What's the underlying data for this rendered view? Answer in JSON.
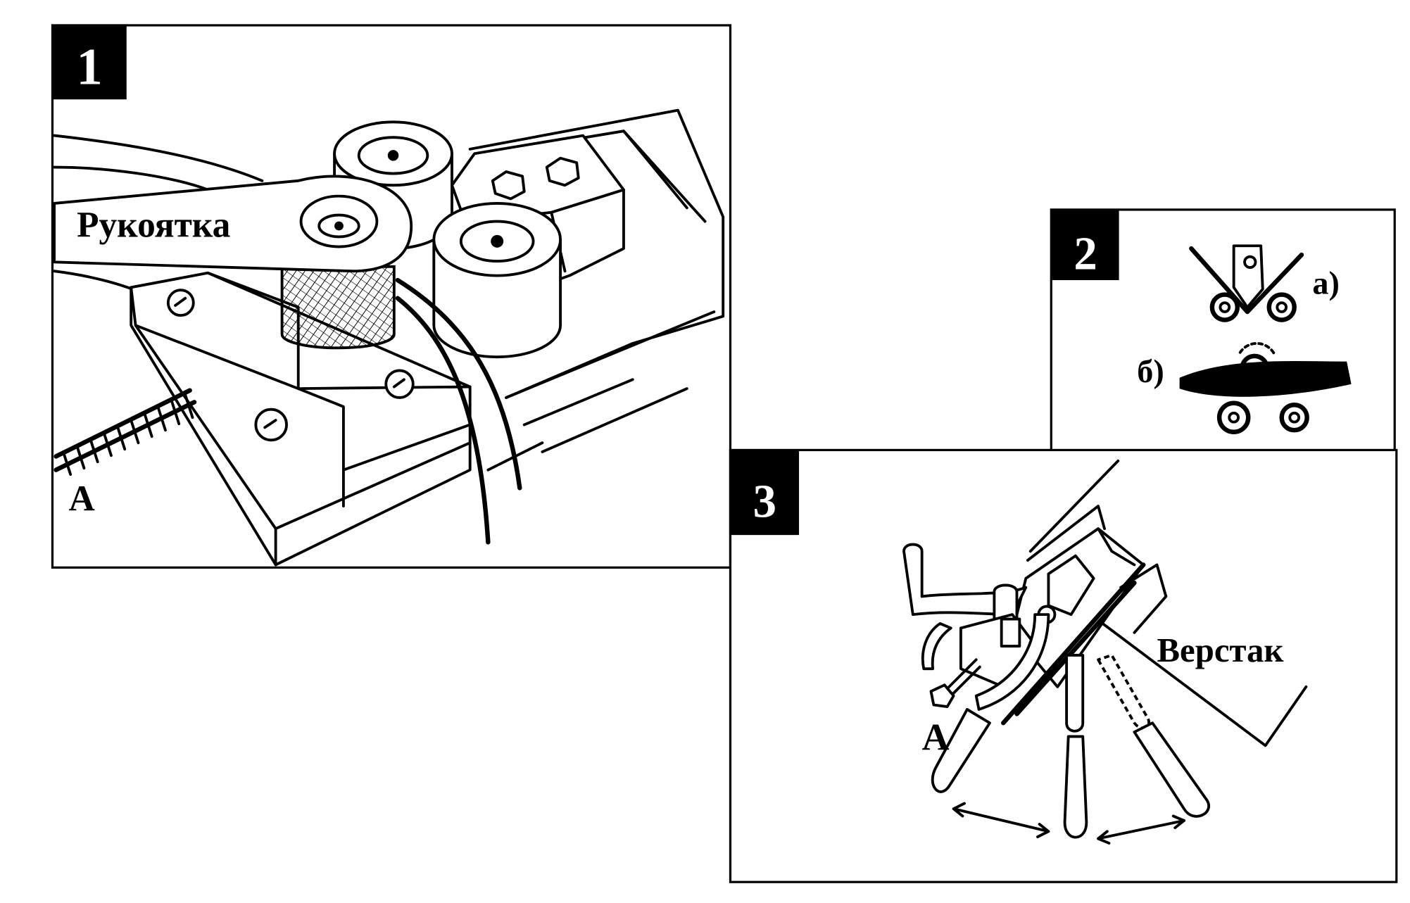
{
  "panels": [
    {
      "number": "1",
      "labels": {
        "handle": "Рукоятка",
        "screw": "А"
      }
    },
    {
      "number": "2",
      "labels": {
        "a": "а)",
        "b": "б)"
      }
    },
    {
      "number": "3",
      "labels": {
        "workbench": "Верстак",
        "screw": "А"
      }
    }
  ]
}
